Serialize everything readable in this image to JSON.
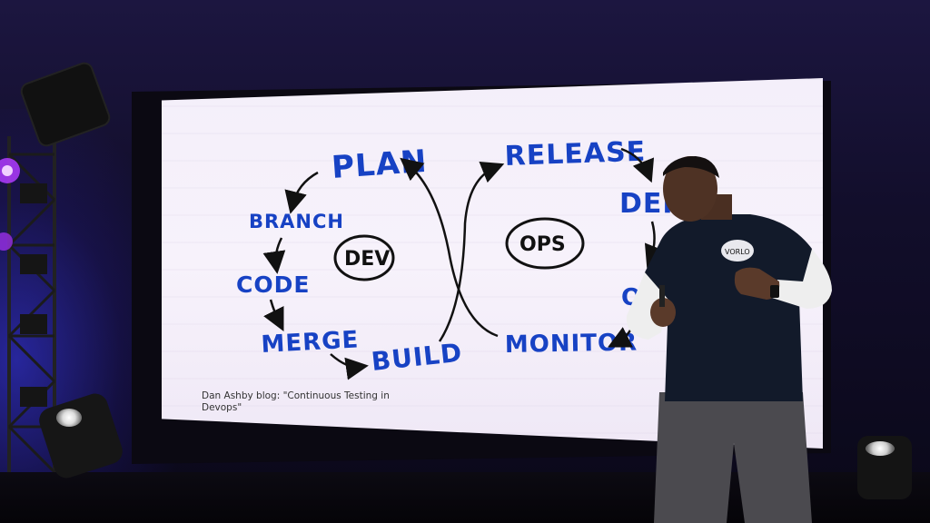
{
  "scene": {
    "description_labels": {
      "truss": "stage-lighting-truss",
      "presenter": "presenter"
    }
  },
  "slide": {
    "dev_items": [
      "PLAN",
      "BRANCH",
      "CODE",
      "MERGE",
      "BUILD"
    ],
    "ops_items": [
      "RELEASE",
      "DEPL",
      "O",
      "MONITOR"
    ],
    "dev_bubble": "DEV",
    "ops_bubble": "OPS",
    "caption_line1": "Dan Ashby blog: \"Continuous Testing in",
    "caption_line2": "Devops\""
  },
  "presenter": {
    "shirt_badge": "VORLO"
  },
  "colors": {
    "ink_blue": "#1742c4",
    "screen_white": "#f4effa",
    "stage_dark": "#0d0a1e",
    "truss_glow": "#3c3cff",
    "magenta_light": "#c23cff"
  }
}
